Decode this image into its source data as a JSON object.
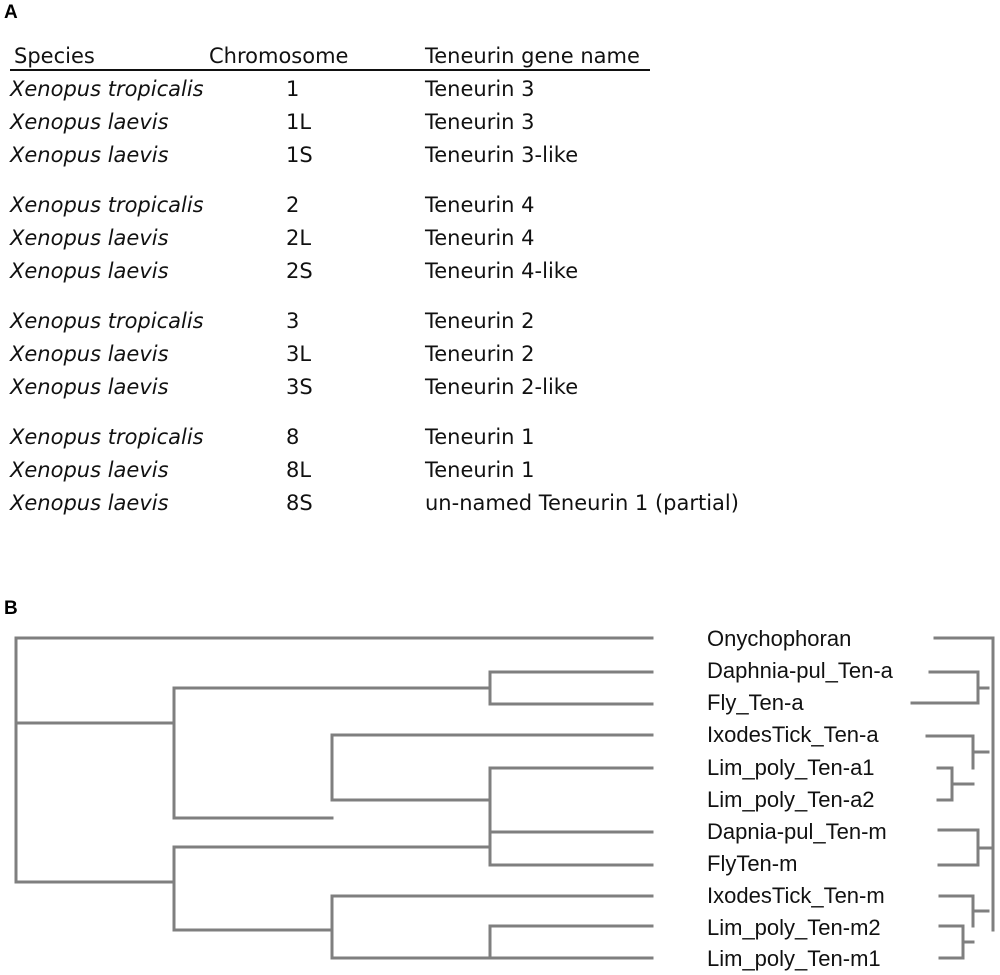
{
  "panel_a": {
    "label": "A",
    "headers": {
      "species": "Species",
      "chromosome": "Chromosome",
      "gene": "Teneurin gene name"
    },
    "rows": [
      {
        "species": "Xenopus tropicalis",
        "chromosome": "1",
        "gene": "Teneurin 3"
      },
      {
        "species": "Xenopus laevis",
        "chromosome": "1L",
        "gene": "Teneurin 3"
      },
      {
        "species": "Xenopus laevis",
        "chromosome": "1S",
        "gene": "Teneurin 3-like"
      },
      {
        "species": "Xenopus tropicalis",
        "chromosome": "2",
        "gene": "Teneurin 4"
      },
      {
        "species": "Xenopus laevis",
        "chromosome": "2L",
        "gene": "Teneurin 4"
      },
      {
        "species": "Xenopus laevis",
        "chromosome": "2S",
        "gene": "Teneurin 4-like"
      },
      {
        "species": "Xenopus tropicalis",
        "chromosome": "3",
        "gene": "Teneurin 2"
      },
      {
        "species": "Xenopus laevis",
        "chromosome": "3L",
        "gene": "Teneurin 2"
      },
      {
        "species": "Xenopus laevis",
        "chromosome": "3S",
        "gene": "Teneurin 2-like"
      },
      {
        "species": "Xenopus tropicalis",
        "chromosome": "8",
        "gene": "Teneurin 1"
      },
      {
        "species": "Xenopus laevis",
        "chromosome": "8L",
        "gene": "Teneurin 1"
      },
      {
        "species": "Xenopus laevis",
        "chromosome": "8S",
        "gene": "un-named Teneurin 1 (partial)"
      }
    ]
  },
  "panel_b": {
    "label": "B",
    "taxa": [
      "Onychophoran",
      "Daphnia-pul_Ten-a",
      "Fly_Ten-a",
      "IxodesTick_Ten-a",
      "Lim_poly_Ten-a1",
      "Lim_poly_Ten-a2",
      "Dapnia-pul_Ten-m",
      "FlyTen-m",
      "IxodesTick_Ten-m",
      "Lim_poly_Ten-m2",
      "Lim_poly_Ten-m1"
    ],
    "line_color": "#7f7f7f"
  }
}
